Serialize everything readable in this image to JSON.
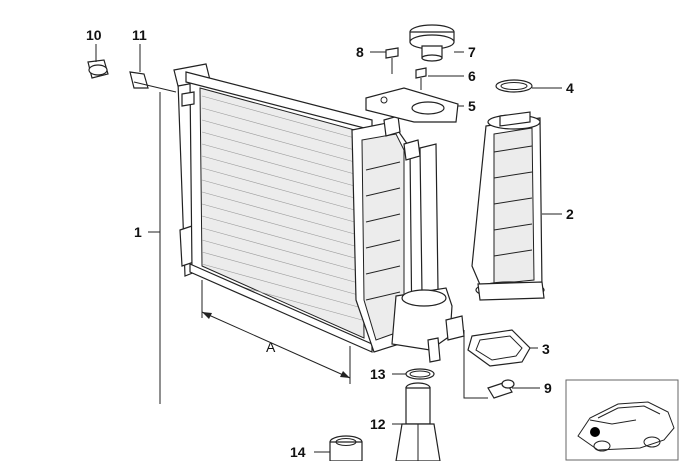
{
  "callouts": {
    "c1": "1",
    "c2": "2",
    "c3": "3",
    "c4": "4",
    "c5": "5",
    "c6": "6",
    "c7": "7",
    "c8": "8",
    "c9": "9",
    "c10": "10",
    "c11": "11",
    "c12": "12",
    "c13": "13",
    "c14": "14"
  },
  "dimension_label": "A",
  "icons": {
    "locator": "car-locator-icon"
  }
}
